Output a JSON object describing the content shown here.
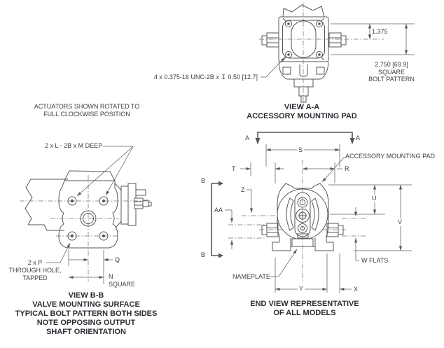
{
  "colors": {
    "line": "#55575a",
    "text": "#3b3e44",
    "caption": "#2a2d33",
    "background": "#ffffff"
  },
  "notes": {
    "actuators_line1": "ACTUATORS SHOWN ROTATED TO",
    "actuators_line2": "FULL CLOCKWISE POSITION"
  },
  "view_aa": {
    "bolt_callout": "4 x 0.375-16 UNC-2B x ↧ 0.50 [12.7]",
    "dim_1375": "1.375",
    "dim_2750_line1": "2.750 [69.9]",
    "dim_2750_line2": "SQUARE",
    "dim_2750_line3": "BOLT PATTERN",
    "caption_line1": "VIEW A-A",
    "caption_line2": "ACCESSORY MOUNTING PAD"
  },
  "view_bb": {
    "thread_callout": "2 x L - 2B x M DEEP",
    "hole_callout_line1": "2 x P",
    "hole_callout_line2": "THROUGH HOLE,",
    "hole_callout_line3": "TAPPED",
    "dim_q": "Q",
    "dim_n": "N",
    "dim_n_sub": "SQUARE",
    "caption_line1": "VIEW B-B",
    "caption_line2": "VALVE MOUNTING SURFACE",
    "caption_line3": "TYPICAL BOLT PATTERN BOTH SIDES",
    "caption_line4": "NOTE OPPOSING OUTPUT",
    "caption_line5": "SHAFT ORIENTATION"
  },
  "end_view": {
    "section_a": "A",
    "section_b": "B",
    "dim_s": "S",
    "dim_t": "T",
    "dim_r": "R",
    "dim_z": "Z",
    "dim_aa": "AA",
    "dim_u": "U",
    "dim_v": "V",
    "dim_w": "W FLATS",
    "dim_x": "X",
    "dim_y": "Y",
    "pad_callout": "ACCESSORY MOUNTING PAD",
    "nameplate_callout": "NAMEPLATE",
    "caption_line1": "END VIEW REPRESENTATIVE",
    "caption_line2": "OF ALL MODELS"
  }
}
